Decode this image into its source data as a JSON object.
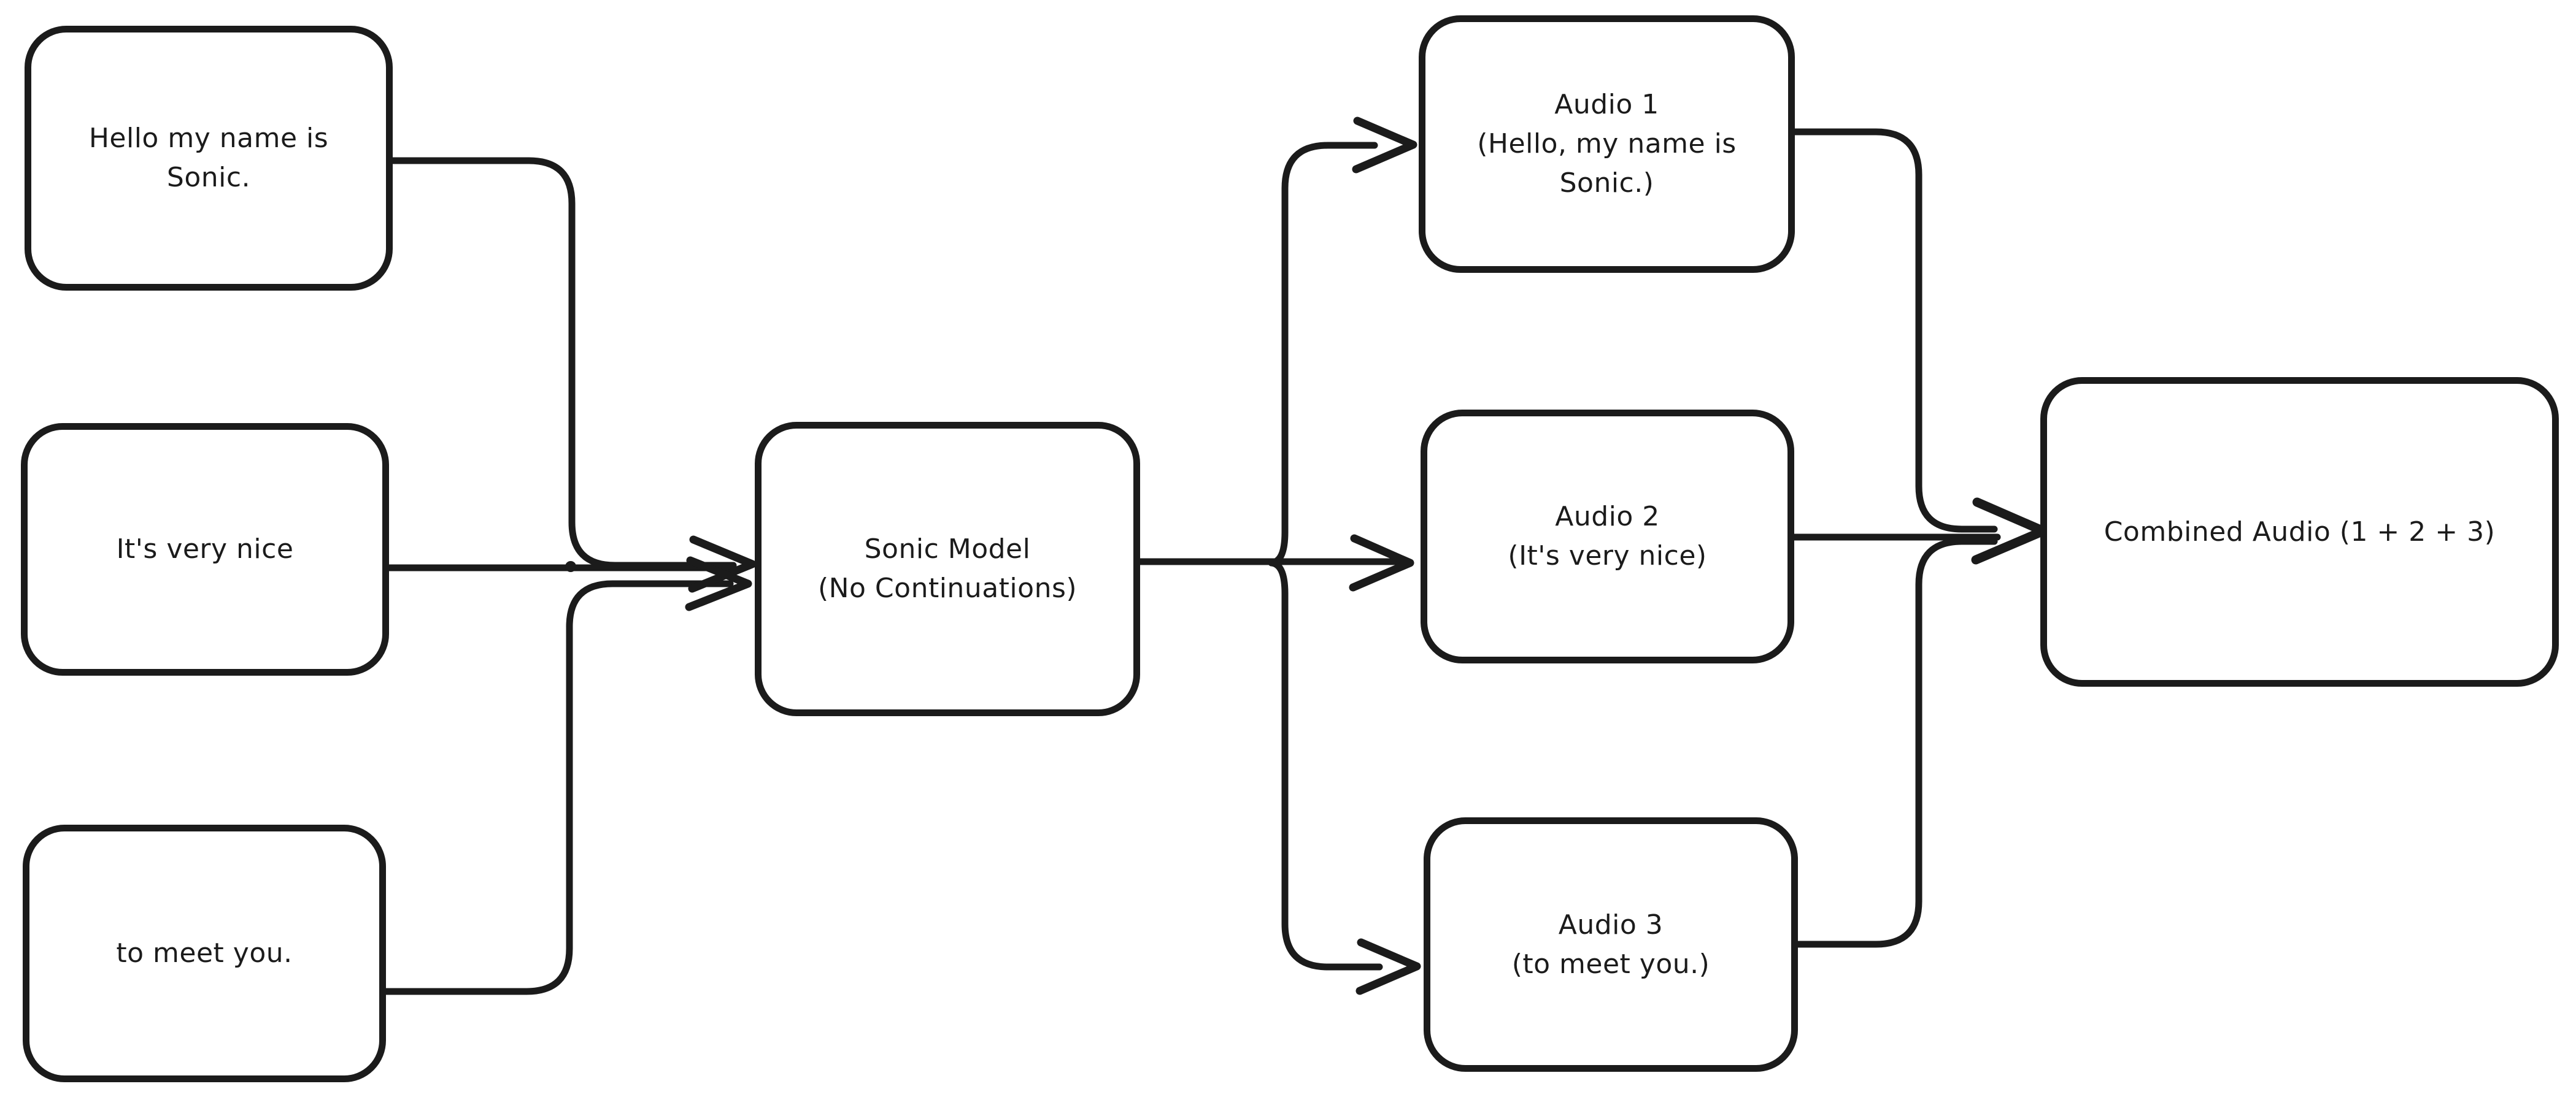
{
  "diagram": {
    "background_color": "#ffffff",
    "stroke_color": "#1b1b1b",
    "style": "hand-drawn flowchart",
    "nodes": {
      "input1": {
        "label": "Hello my name is\nSonic."
      },
      "input2": {
        "label": "It's very nice"
      },
      "input3": {
        "label": "to meet you."
      },
      "model": {
        "label": "Sonic Model\n(No Continuations)"
      },
      "audio1": {
        "label": "Audio 1\n(Hello, my name is\nSonic.)"
      },
      "audio2": {
        "label": "Audio 2\n(It's very nice)"
      },
      "audio3": {
        "label": "Audio 3\n(to meet you.)"
      },
      "combined": {
        "label": "Combined Audio (1 + 2 + 3)"
      }
    },
    "edges": [
      {
        "from": "input1",
        "to": "model"
      },
      {
        "from": "input2",
        "to": "model"
      },
      {
        "from": "input3",
        "to": "model"
      },
      {
        "from": "model",
        "to": "audio1"
      },
      {
        "from": "model",
        "to": "audio2"
      },
      {
        "from": "model",
        "to": "audio3"
      },
      {
        "from": "audio1",
        "to": "combined"
      },
      {
        "from": "audio2",
        "to": "combined"
      },
      {
        "from": "audio3",
        "to": "combined"
      }
    ]
  }
}
